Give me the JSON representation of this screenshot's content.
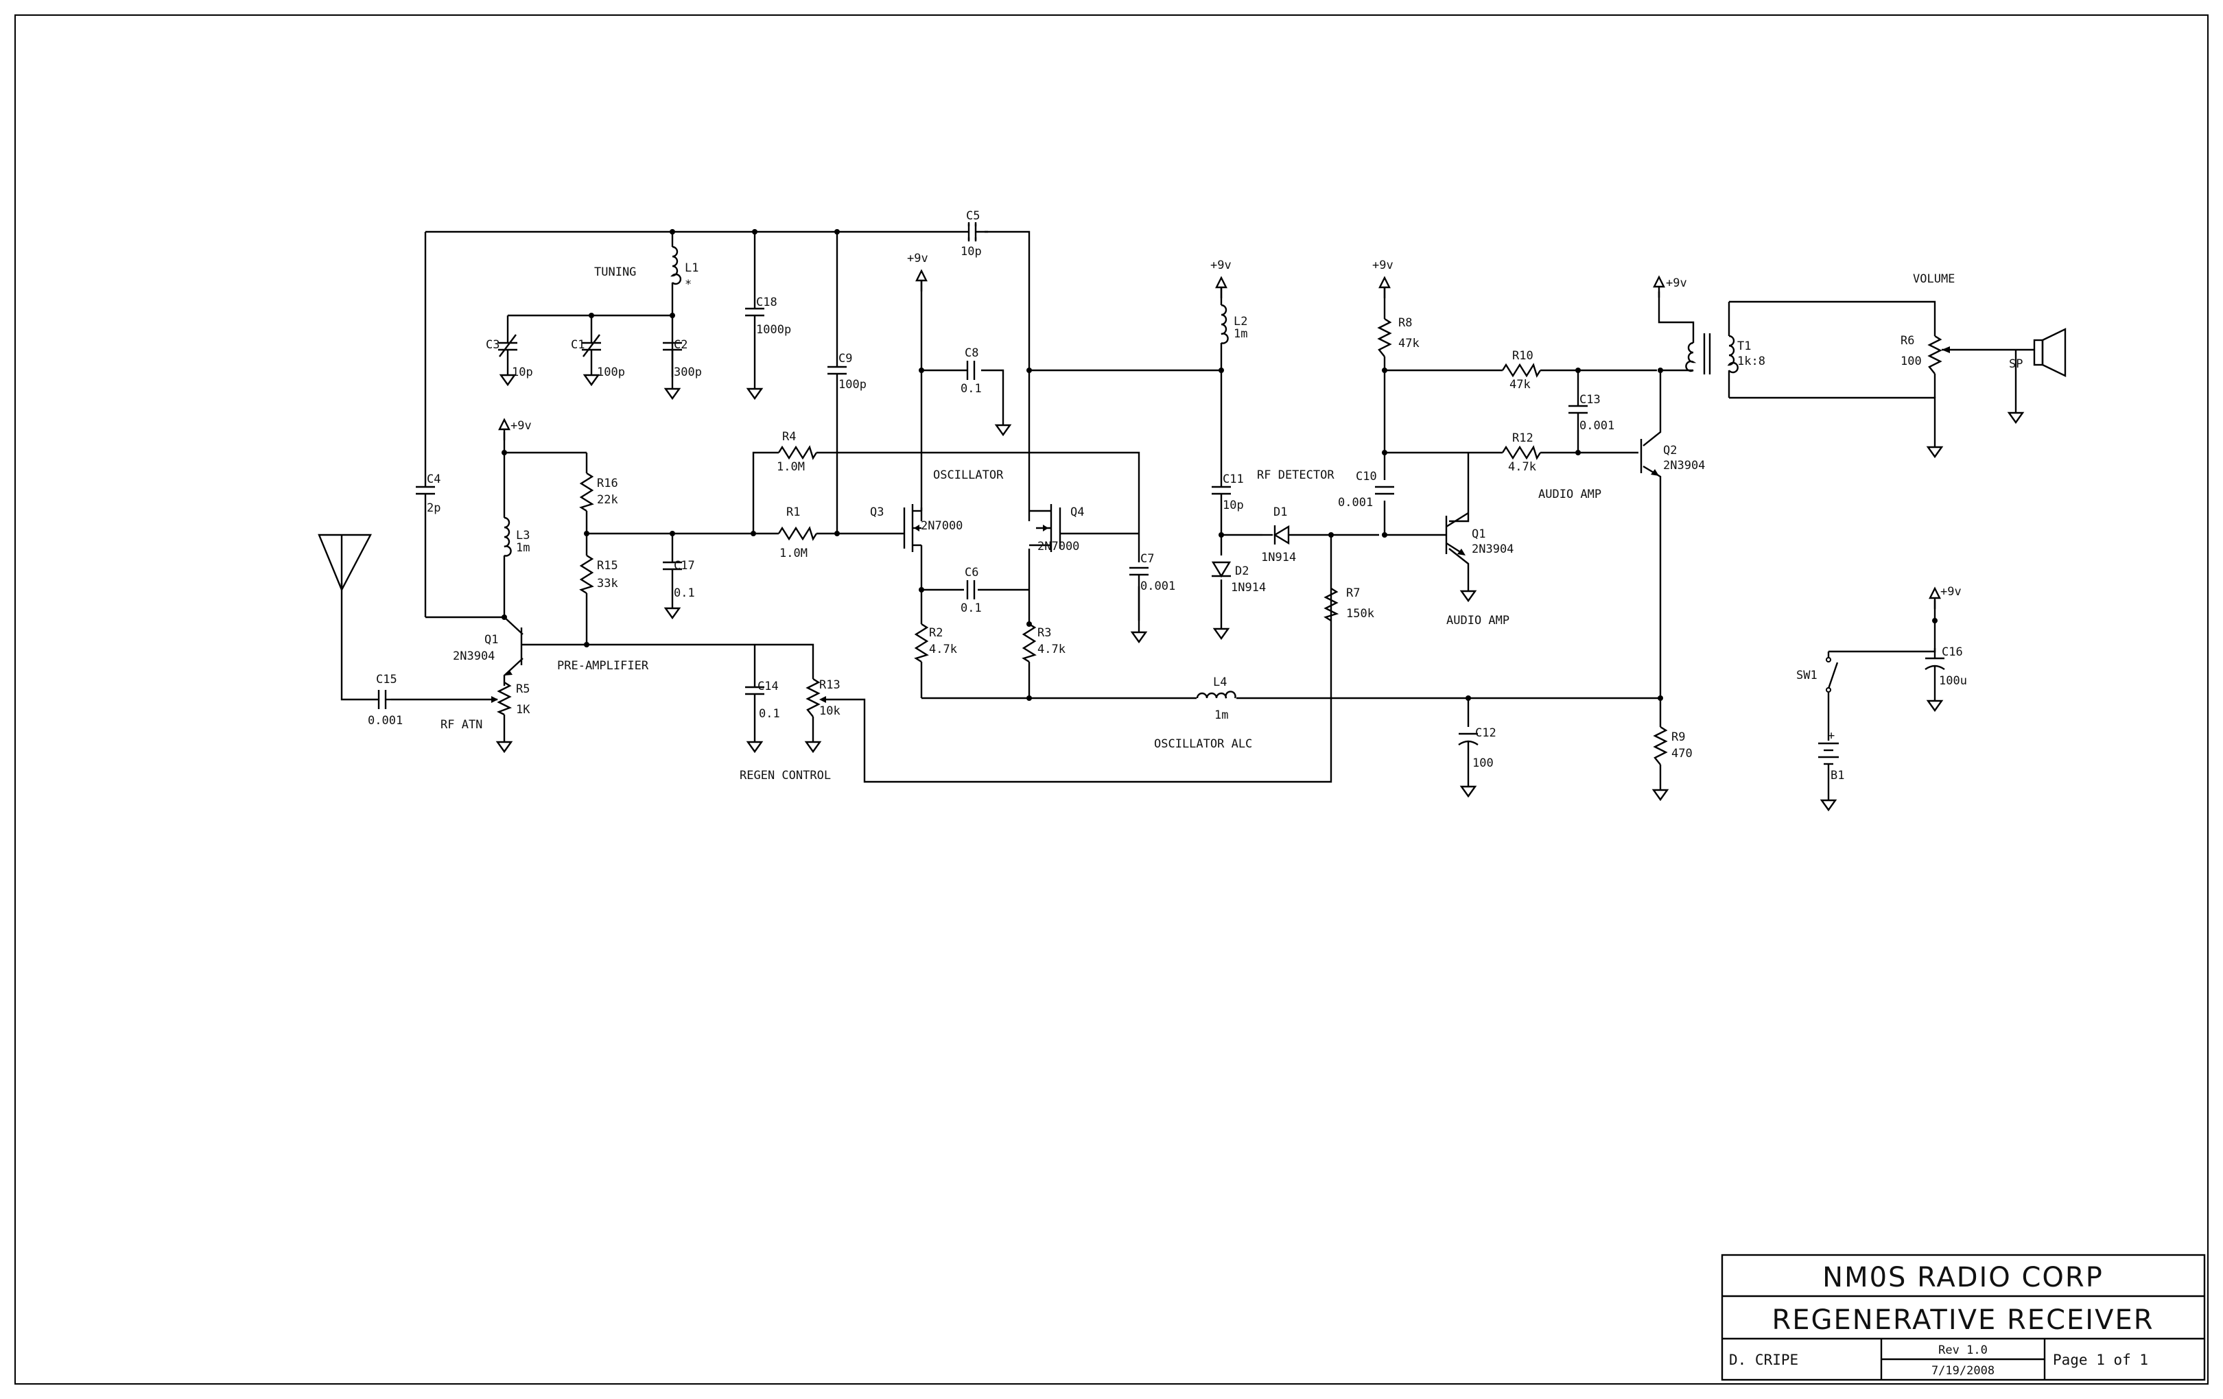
{
  "title_block": {
    "company": "NM0S RADIO CORP",
    "title": "REGENERATIVE RECEIVER",
    "author": "D. CRIPE",
    "revision": "Rev 1.0",
    "date": "7/19/2008",
    "page": "Page 1 of 1"
  },
  "section_labels": {
    "tuning": "TUNING",
    "pre_amplifier": "PRE-AMPLIFIER",
    "rf_atn": "RF ATN",
    "regen_control": "REGEN CONTROL",
    "oscillator": "OSCILLATOR",
    "oscillator_alc": "OSCILLATOR ALC",
    "rf_detector": "RF DETECTOR",
    "audio_amp_1": "AUDIO AMP",
    "audio_amp_2": "AUDIO AMP",
    "volume": "VOLUME"
  },
  "supply_label": "+9v",
  "components": {
    "L1": {
      "ref": "L1",
      "value": "*"
    },
    "C3": {
      "ref": "C3",
      "value": "10p"
    },
    "C1": {
      "ref": "C1",
      "value": "100p"
    },
    "C2": {
      "ref": "C2",
      "value": "300p"
    },
    "C18": {
      "ref": "C18",
      "value": "1000p"
    },
    "C9": {
      "ref": "C9",
      "value": "100p"
    },
    "C5": {
      "ref": "C5",
      "value": "10p"
    },
    "C8": {
      "ref": "C8",
      "value": "0.1"
    },
    "C4": {
      "ref": "C4",
      "value": "2p"
    },
    "R16": {
      "ref": "R16",
      "value": "22k"
    },
    "L3": {
      "ref": "L3",
      "value": "1m"
    },
    "R15": {
      "ref": "R15",
      "value": "33k"
    },
    "C17": {
      "ref": "C17",
      "value": "0.1"
    },
    "R4": {
      "ref": "R4",
      "value": "1.0M"
    },
    "R1": {
      "ref": "R1",
      "value": "1.0M"
    },
    "Q3": {
      "ref": "Q3",
      "value": "2N7000"
    },
    "Q4": {
      "ref": "Q4",
      "value": "2N7000"
    },
    "C6": {
      "ref": "C6",
      "value": "0.1"
    },
    "C7": {
      "ref": "C7",
      "value": "0.001"
    },
    "R2": {
      "ref": "R2",
      "value": "4.7k"
    },
    "R3": {
      "ref": "R3",
      "value": "4.7k"
    },
    "Q1a": {
      "ref": "Q1",
      "value": "2N3904"
    },
    "C15": {
      "ref": "C15",
      "value": "0.001"
    },
    "R5": {
      "ref": "R5",
      "value": "1K"
    },
    "C14": {
      "ref": "C14",
      "value": "0.1"
    },
    "R13": {
      "ref": "R13",
      "value": "10k"
    },
    "L2": {
      "ref": "L2",
      "value": "1m"
    },
    "C11": {
      "ref": "C11",
      "value": "10p"
    },
    "D1": {
      "ref": "D1",
      "value": "1N914"
    },
    "D2": {
      "ref": "D2",
      "value": "1N914"
    },
    "R7": {
      "ref": "R7",
      "value": "150k"
    },
    "L4": {
      "ref": "L4",
      "value": "1m"
    },
    "C10": {
      "ref": "C10",
      "value": "0.001"
    },
    "R8": {
      "ref": "R8",
      "value": "47k"
    },
    "Q1b": {
      "ref": "Q1",
      "value": "2N3904"
    },
    "R10": {
      "ref": "R10",
      "value": "47k"
    },
    "C13": {
      "ref": "C13",
      "value": "0.001"
    },
    "R12": {
      "ref": "R12",
      "value": "4.7k"
    },
    "Q2": {
      "ref": "Q2",
      "value": "2N3904"
    },
    "C12": {
      "ref": "C12",
      "value": "100"
    },
    "R9": {
      "ref": "R9",
      "value": "470"
    },
    "T1": {
      "ref": "T1",
      "value": "1k:8"
    },
    "R6": {
      "ref": "R6",
      "value": "100"
    },
    "SP": {
      "ref": "SP",
      "value": ""
    },
    "SW1": {
      "ref": "SW1",
      "value": ""
    },
    "C16": {
      "ref": "C16",
      "value": "100u"
    },
    "B1": {
      "ref": "B1",
      "value": ""
    }
  }
}
